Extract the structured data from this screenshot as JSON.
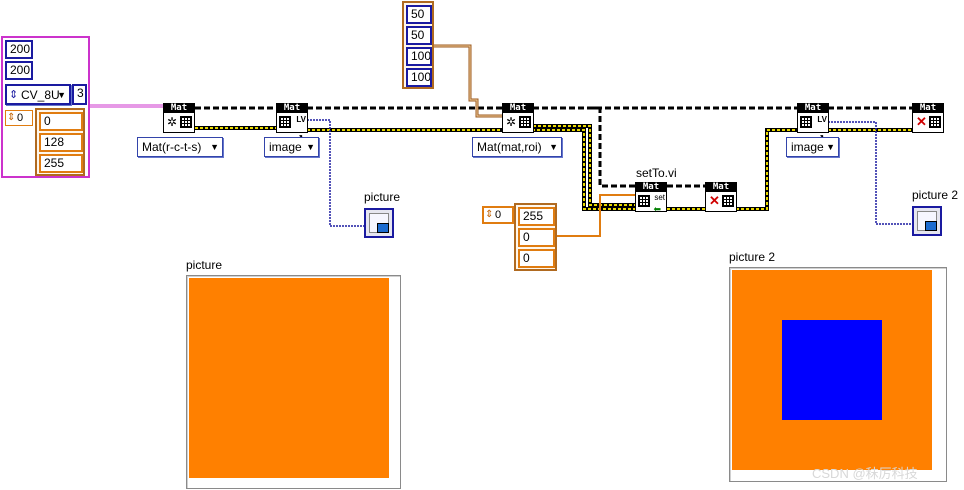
{
  "create_cluster": {
    "rows": "200",
    "cols": "200",
    "type_ring": "CV_8U",
    "channels": "3",
    "scalar_index": "0",
    "scalar_values": [
      "0",
      "128",
      "255"
    ]
  },
  "roi_array": {
    "values": [
      "50",
      "50",
      "100",
      "100"
    ]
  },
  "setto_array": {
    "index": "0",
    "values": [
      "255",
      "0",
      "0"
    ]
  },
  "nodes": {
    "n1": {
      "header": "Mat",
      "ring": "Mat(r-c-t-s)"
    },
    "n2": {
      "header": "Mat",
      "ring": "image"
    },
    "n3": {
      "header": "Mat",
      "ring": "Mat(mat,roi)"
    },
    "n4": {
      "header": "Mat",
      "label": "setTo.vi"
    },
    "n5": {
      "header": "Mat"
    },
    "n6": {
      "header": "Mat",
      "ring": "image"
    },
    "n7": {
      "header": "Mat"
    }
  },
  "terminals": {
    "picture_label": "picture",
    "picture2_label": "picture 2"
  },
  "front_panel": {
    "picture_label": "picture",
    "picture2_label": "picture 2"
  },
  "colors": {
    "orange": "#ff8000",
    "blue": "#0000ff",
    "wire_pink": "#cc33cc",
    "wire_orange": "#e07c10",
    "wire_blue": "#1a1aa0",
    "wire_brown": "#9c5a1e"
  },
  "watermark": "CSDN @秣厉科技"
}
